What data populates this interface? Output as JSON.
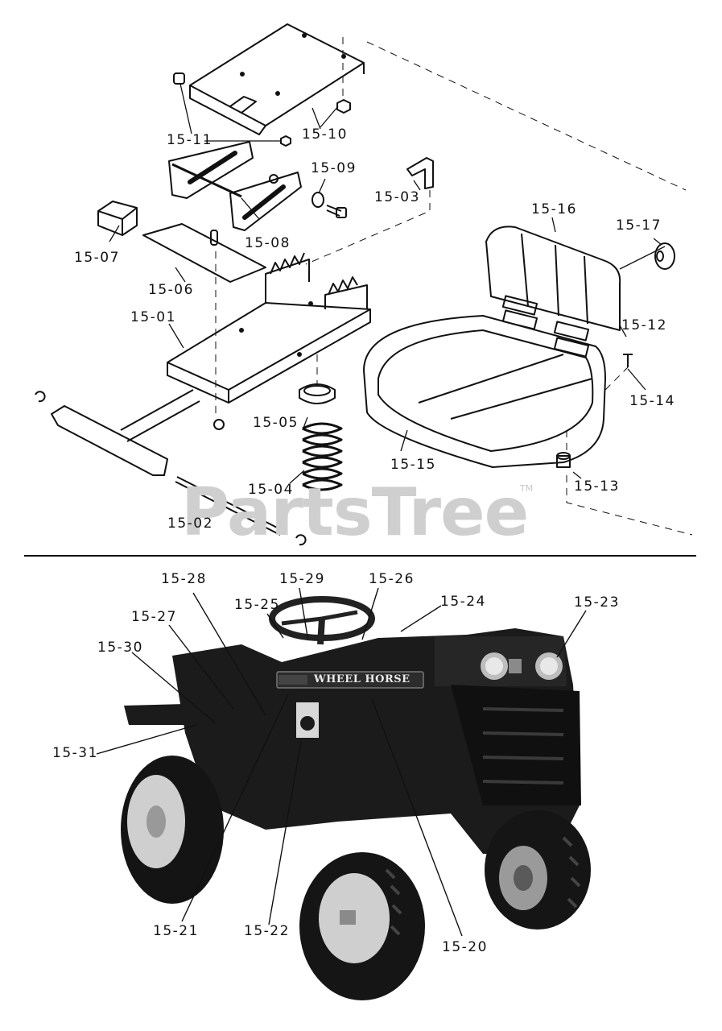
{
  "watermark": {
    "text": "PartsTree",
    "trademark": "TM"
  },
  "badge_text": "WHEEL HORSE",
  "upper_labels": [
    "15-11",
    "15-10",
    "15-09",
    "15-03",
    "15-16",
    "15-17",
    "15-07",
    "15-08",
    "15-06",
    "15-01",
    "15-12",
    "15-14",
    "15-05",
    "15-15",
    "15-04",
    "15-13",
    "15-02"
  ],
  "lower_labels": [
    "15-28",
    "15-29",
    "15-26",
    "15-25",
    "15-24",
    "15-23",
    "15-27",
    "15-30",
    "15-31",
    "15-21",
    "15-22",
    "15-20"
  ]
}
